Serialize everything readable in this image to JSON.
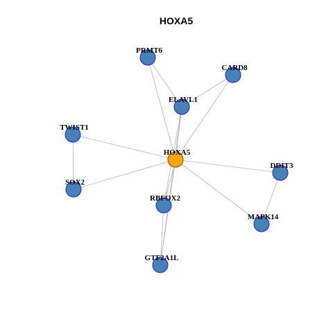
{
  "title": "HOXA5",
  "colors": {
    "center_fill": "#FFA500",
    "center_stroke": "#7a4a00",
    "node_fill": "#4682B4",
    "node_stroke": "#1a1aff",
    "edge": "#b0b0b0"
  },
  "nodes": [
    {
      "id": "HOXA5",
      "label": "HOXA5",
      "center": true
    },
    {
      "id": "PRMT6",
      "label": "PRMT6"
    },
    {
      "id": "CARD8",
      "label": "CARD8"
    },
    {
      "id": "ELAVL1",
      "label": "ELAVL1"
    },
    {
      "id": "TWIST1",
      "label": "TWIST1"
    },
    {
      "id": "SOX2",
      "label": "SOX2"
    },
    {
      "id": "DDIT3",
      "label": "DDIT3"
    },
    {
      "id": "RBFOX2",
      "label": "RBFOX2"
    },
    {
      "id": "MAPK14",
      "label": "MAPK14"
    },
    {
      "id": "GTF2A1L",
      "label": "GTF2A1L"
    }
  ],
  "edges": [
    [
      "HOXA5",
      "PRMT6"
    ],
    [
      "HOXA5",
      "CARD8"
    ],
    [
      "HOXA5",
      "ELAVL1"
    ],
    [
      "HOXA5",
      "TWIST1"
    ],
    [
      "HOXA5",
      "SOX2"
    ],
    [
      "HOXA5",
      "DDIT3"
    ],
    [
      "HOXA5",
      "RBFOX2"
    ],
    [
      "HOXA5",
      "MAPK14"
    ],
    [
      "HOXA5",
      "GTF2A1L"
    ],
    [
      "PRMT6",
      "ELAVL1"
    ],
    [
      "CARD8",
      "ELAVL1"
    ],
    [
      "TWIST1",
      "SOX2"
    ],
    [
      "DDIT3",
      "MAPK14"
    ],
    [
      "ELAVL1",
      "RBFOX2"
    ],
    [
      "ELAVL1",
      "GTF2A1L"
    ],
    [
      "RBFOX2",
      "GTF2A1L"
    ]
  ]
}
